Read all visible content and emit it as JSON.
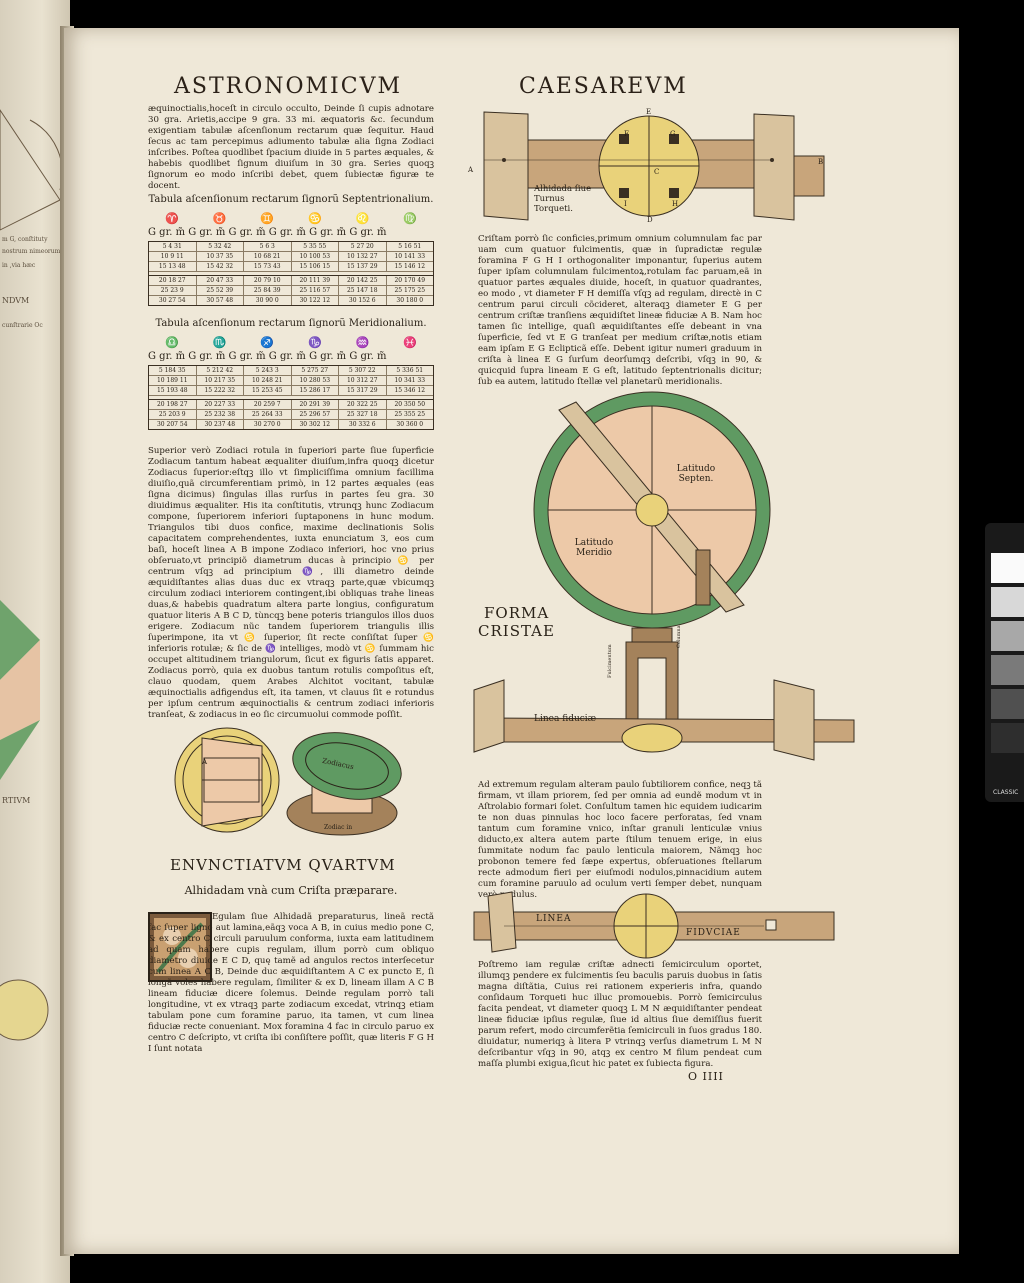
{
  "running_head": {
    "left": "ASTRONOMICVM",
    "right": "CAESAREVM"
  },
  "left_col": {
    "intro": "æquinoctialis,hoceſt in circulo occulto, Deinde ſi cupis adnotare 30 gra. Arietis,accipe 9 gra. 33 mi. æquatoris &c. ſecundum exigentiam tabulæ aſcenſionum rectarum quæ ſequitur. Haud ſecus ac tam percepimus adiumento tabulæ alia ſigna Zodiaci inſcribes. Poſtea quodlibet ſpacium diuide in 5 partes æquales, & habebis quodlibet ſignum diuiſum in 30 gra. Series quoqꝫ ſignorum eo modo inſcribi debet, quem ſubiectæ figuræ te docent.",
    "table1_title": "Tabula aſcenſionum rectarum ſignorũ Septentrionalium.",
    "table2_title": "Tabula aſcenſionum rectarum ſignorũ Meridionalium.",
    "zodiac_north": [
      "♈",
      "♉",
      "♊",
      "♋",
      "♌",
      "♍"
    ],
    "zodiac_south": [
      "♎",
      "♏",
      "♐",
      "♑",
      "♒",
      "♓"
    ],
    "col_header": "G gr. m̃  G gr. m̃  G gr. m̃  G gr. m̃  G gr. m̃  G gr. m̃",
    "table1_rows": [
      [
        "5|4|31",
        "5|32|42",
        "5|6|3",
        "5|35|55",
        "5|27|20",
        "5|16|51"
      ],
      [
        "10|9|11",
        "10|37|35",
        "10|68|21",
        "10|100|53",
        "10|132|27",
        "10|141|33"
      ],
      [
        "15|13|48",
        "15|42|32",
        "15|73|43",
        "15|106|15",
        "15|137|29",
        "15|146|12"
      ],
      [
        "20|18|27",
        "20|47|33",
        "20|79|10",
        "20|111|39",
        "20|142|25",
        "20|170|49"
      ],
      [
        "25|23|9",
        "25|52|39",
        "25|84|39",
        "25|116|57",
        "25|147|18",
        "25|175|25"
      ],
      [
        "30|27|54",
        "30|57|48",
        "30|90|0",
        "30|122|12",
        "30|152|6",
        "30|180|0"
      ]
    ],
    "table2_rows": [
      [
        "5|184|35",
        "5|212|42",
        "5|243|3",
        "5|275|27",
        "5|307|22",
        "5|336|51"
      ],
      [
        "10|189|11",
        "10|217|35",
        "10|248|21",
        "10|280|53",
        "10|312|27",
        "10|341|33"
      ],
      [
        "15|193|48",
        "15|222|32",
        "15|253|45",
        "15|286|17",
        "15|317|29",
        "15|346|12"
      ],
      [
        "20|198|27",
        "20|227|33",
        "20|259|7",
        "20|291|39",
        "20|322|25",
        "20|350|50"
      ],
      [
        "25|203|9",
        "25|232|38",
        "25|264|33",
        "25|296|57",
        "25|327|18",
        "25|355|25"
      ],
      [
        "30|207|54",
        "30|237|48",
        "30|270|0",
        "30|302|12",
        "30|332|6",
        "30|360|0"
      ]
    ],
    "body": "Superior verò Zodiaci rotula in ſuperiori parte ſiue ſuperficie Zodiacum tantum habeat æqualiter diuiſum,infra quoqꝫ dicetur Zodiacus ſuperior:eſtqꝫ illo vt ſimpliciſſima omnium facillima diuiſio,quã circumferentiam primò, in 12 partes æquales (eas ſigna dicimus) ſingulas illas rurſus in partes ſeu gra. 30 diuidimus æqualiter. His ita conſtitutis, vtrunqꝫ hunc Zodiacum compone, ſuperiorem inferiori ſuptaponens in hunc modum. Triangulos tibi duos confice, maxime declinationis Solis capacitatem comprehendentes, iuxta enunciatum 3, eos cum baſi, hoceſt linea A B impone Zodiaco inferiori, hoc vno prius obſeruato,vt principiõ diametrum ducas à principio ♋ per centrum vſqꝫ ad principium ♑, illi diametro deinde æquidiſtantes alias duas duc ex vtraqꝫ parte,quæ vbicumqꝫ circulum zodiaci interiorem contingent,ibi obliquas trahe lineas duas,& habebis quadratum altera parte longius, configuratum quatuor literis A B C D, tùncqꝫ bene poteris triangulos illos duos erigere. Zodiacum nũc tandem ſuperiorem triangulis illis ſuperimpone, ita vt ♋ ſuperior, ſit recte conſiſtat ſuper ♋ inferioris rotulæ; & ſic de ♑ intelliges, modò vt ♋ ſummam hic occupet altitudinem triangulorum, ſicut ex figuris ſatis apparet. Zodiacus porrò, quia ex duobus tantum rotulis compoſitus eſt, clauo quodam, quem Arabes Alchitot vocitant, tabulæ æquinoctialis adfigendus eſt, ita tamen, vt clauus ſit e rotundus per ipſum centrum æquinoctialis & centrum zodiaci inferioris tranſeat, & zodiacus in eo ſic circumuolui commode poſſit.",
    "fig_label_A": "A",
    "fig_label_zodiac": "Zodiacus",
    "fig_label_zodiac2": "Zodiac in",
    "heading": "ENVNCTIATVM QVARTVM",
    "subheading": "Alhidadam vnà cum Criſta præparare.",
    "para": "Egulam ſiue Alhidadã preparaturus, lineã rectã fac ſuper ligno aut lamina,eãqꝫ voca A B, in cuius medio pone C, & ex centro C circuli paruulum conforma, iuxta eam latitudinem ad quam habere cupis regulam, illum porrò cum obliquo diametro diuide E C D, quę tamẽ ad angulos rectos interſecetur cum linea A C B, Deinde duc æquidiſtantem A C ex puncto E, ſi longã voles habere regulam, ſimiliter & ex D, lineam illam A C B lineam fiduciæ dicere ſolemus. Deinde regulam porrò tali longitudine, vt ex vtraqꝫ parte zodiacum excedat, vtrinqꝫ etiam tabulam pone cum foramine paruo, ita tamen, vt cum linea fiduciæ recte conueniant. Mox foramina 4 fac in circulo paruo ex centro C deſcripto, vt criſta ibi conſiſtere poſſit, quæ literis F G H I ſunt notata"
  },
  "right_col": {
    "fig1_labels": {
      "E": "E",
      "F": "F",
      "G": "G",
      "C": "C",
      "I": "I",
      "H": "H",
      "D": "D",
      "A": "A",
      "B": "B"
    },
    "fig1_caption": "Alhidada ſiue Turnus Torqueti.",
    "body1": "Criſtam porrò ſic conficies,primum omnium columnulam fac par uam cum quatuor fulcimentis, quæ in ſupradictæ regulæ foramina F G H I orthogonaliter imponantur, ſuperius autem ſuper ipſam columnulam fulcimentoꝝ,rotulam fac paruam,eã in quatuor partes æquales diuide, hoceſt, in quatuor quadrantes, eo modo , vt diameter F H demiſſa vſqꝫ ad regulam, directè in C centrum parui circuli cõcideret, alteraqꝫ diameter E G per centrum criſtæ tranſiens æquidiſtet lineæ fiduciæ A B. Nam hoc tamen ſic intellige, quaſi æquidiſtantes eſſe debeant in vna ſuperficie, ſed vt E G tranſeat per medium criſtæ,notis etiam eam ipſam E G Eclipticã eſſe. Debent igitur numeri graduum in criſta à linea E G ſurſum deorſumqꝫ deſcribi, vſqꝫ in 90, & quicquid ſupra lineam E G eſt, latitudo ſeptentrionalis dicitur; ſub ea autem, latitudo ſtellæ vel planetarũ meridionalis.",
    "crista_label_n": "Latitudo Septen.",
    "crista_label_s": "Latitudo Meridio",
    "forma": "FORMA",
    "cristae": "CRISTAE",
    "linea_fiduciae": "Linea fiduciæ",
    "fulcimentum": "Fulcimentum",
    "columna": "Columna",
    "body2": "Ad extremum regulam alteram paulo ſubtiliorem confice, neqꝫ tã firmam, vt illam priorem, ſed per omnia ad eundẽ modum vt in Aſtrolabio formari ſolet. Conſultum tamen hic equidem iudicarim te non duas pinnulas hoc loco facere perforatas, ſed vnam tantum cum foramine vnico, inſtar granuli lenticulæ vnius diducto,ex altera autem parte ſtilum tenuem erige, in eius ſummitate nodum fac paulo lenticula maiorem, Nãmqꝫ hoc probonon temere fed ſæpe expertus, obſeruationes ſtellarum recte admodum fieri per eiuſmodi nodulos,pinnacidium autem cum foramine paruulo ad oculum verti ſemper debet, nunquam verò nodulus.",
    "linea": "LINEA",
    "fiduciae": "FIDVCIAE",
    "body3": "Poſtremo iam regulæ criſtæ adnecti ſemicirculum oportet, illumqꝫ pendere ex fulcimentis ſeu baculis paruis duobus in ſatis magna diſtãtia, Cuius rei rationem experieris infra, quando conſidaum Torqueti huc illuc promouebis. Porrò ſemicirculus facita pendeat, vt diameter quoqꝫ L M N æquidiſtanter pendeat lineæ fiduciæ ipſius regulæ, ſiue id altius ſiue demiſſius fuerit parum refert, modo circumferẽtia ſemicirculi in ſuos gradus 180. diuidatur, numeriqꝫ à litera P vtrinqꝫ verſus diametrum L M N deſcribantur vſqꝫ in 90, atqꝫ ex centro M filum pendeat cum maſſa plumbi exigua,ſicut hic patet ex ſubiecta figura.",
    "folio": "O IIII"
  },
  "left_page_fragments": [
    "m G, conſtituty",
    "nostrum nimeorum",
    "in ,via hæc",
    "NDVM",
    "cunſtrarie Oc",
    "RTIVM"
  ],
  "scale_strip": {
    "brand": "CLASSIC"
  },
  "colors": {
    "paper": "#efe8d8",
    "ink": "#2a2218",
    "green": "#5f9a62",
    "yellow": "#e9d27a",
    "pink": "#edc9a8",
    "brown": "#a4825b"
  }
}
